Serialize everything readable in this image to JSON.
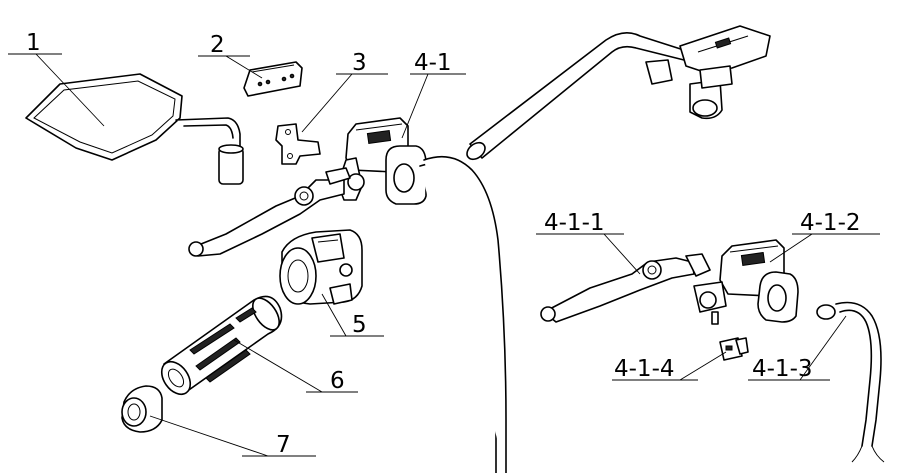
{
  "callouts": {
    "c1": "1",
    "c2": "2",
    "c3": "3",
    "c4_1": "4-1",
    "c4_1_1": "4-1-1",
    "c4_1_2": "4-1-2",
    "c4_1_3": "4-1-3",
    "c4_1_4": "4-1-4",
    "c5": "5",
    "c6": "6",
    "c7": "7"
  }
}
